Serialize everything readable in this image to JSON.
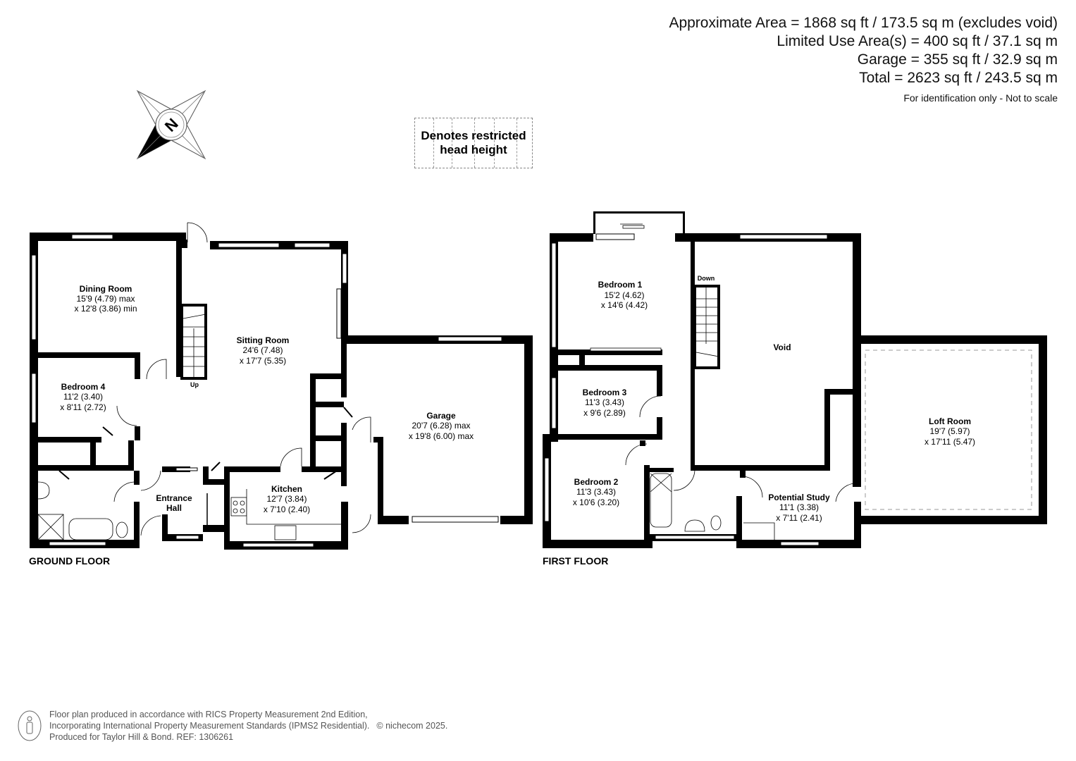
{
  "area_summary": {
    "lines": [
      "Approximate Area = 1868 sq ft / 173.5 sq m (excludes void)",
      "Limited Use Area(s) = 400 sq ft / 37.1 sq m",
      "Garage = 355 sq ft / 32.9 sq m",
      "Total = 2623 sq ft / 243.5 sq m"
    ],
    "note": "For identification only - Not to scale"
  },
  "compass": {
    "icon": "compass-north-icon",
    "letter": "N"
  },
  "legend": {
    "line1": "Denotes restricted",
    "line2": "head height"
  },
  "ground_floor": {
    "label": "GROUND FLOOR",
    "stairs_label": "Up",
    "rooms": {
      "dining_room": {
        "name": "Dining Room",
        "dim1": "15'9 (4.79) max",
        "dim2": "x 12'8 (3.86) min"
      },
      "sitting_room": {
        "name": "Sitting Room",
        "dim1": "24'6 (7.48)",
        "dim2": "x 17'7 (5.35)"
      },
      "bedroom_4": {
        "name": "Bedroom 4",
        "dim1": "11'2 (3.40)",
        "dim2": "x 8'11 (2.72)"
      },
      "entrance_hall": {
        "name1": "Entrance",
        "name2": "Hall"
      },
      "kitchen": {
        "name": "Kitchen",
        "dim1": "12'7 (3.84)",
        "dim2": "x 7'10 (2.40)"
      },
      "garage": {
        "name": "Garage",
        "dim1": "20'7 (6.28) max",
        "dim2": "x 19'8 (6.00) max"
      }
    }
  },
  "first_floor": {
    "label": "FIRST FLOOR",
    "stairs_label": "Down",
    "rooms": {
      "bedroom_1": {
        "name": "Bedroom 1",
        "dim1": "15'2 (4.62)",
        "dim2": "x 14'6 (4.42)"
      },
      "bedroom_3": {
        "name": "Bedroom 3",
        "dim1": "11'3 (3.43)",
        "dim2": "x 9'6 (2.89)"
      },
      "bedroom_2": {
        "name": "Bedroom 2",
        "dim1": "11'3 (3.43)",
        "dim2": "x 10'6 (3.20)"
      },
      "void": {
        "name": "Void"
      },
      "potential_study": {
        "name": "Potential Study",
        "dim1": "11'1 (3.38)",
        "dim2": "x 7'11 (2.41)"
      },
      "loft_room": {
        "name": "Loft Room",
        "dim1": "19'7 (5.97)",
        "dim2": "x 17'11 (5.47)"
      }
    }
  },
  "footer": {
    "icon": "person-measure-icon",
    "line1": "Floor plan produced in accordance with RICS Property Measurement 2nd Edition,",
    "line2": "Incorporating International Property Measurement Standards (IPMS2 Residential).",
    "copyright": "© nichecom 2025.",
    "line3": "Produced for Taylor Hill & Bond.   REF: 1306261"
  },
  "colors": {
    "wall": "#000000",
    "background": "#ffffff",
    "restricted_dash": "#999999",
    "footer_text": "#555555"
  }
}
